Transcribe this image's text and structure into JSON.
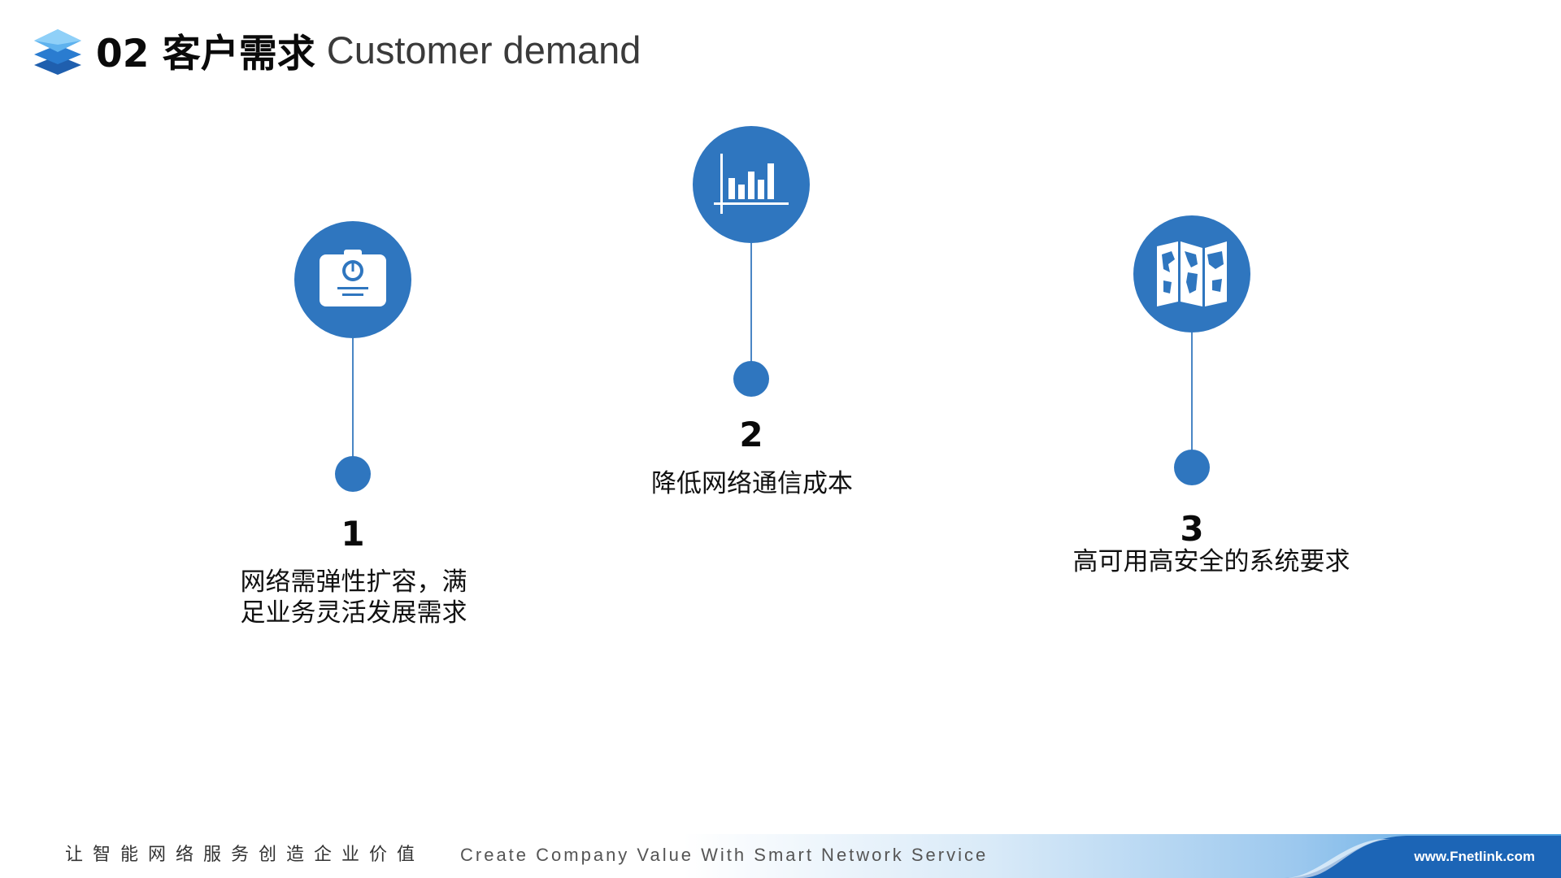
{
  "header": {
    "title_cn": "02 客户需求",
    "title_en": "Customer demand"
  },
  "items": [
    {
      "number": "1",
      "lines": [
        "网络需弹性扩容，满",
        "足业务灵活发展需求"
      ],
      "icon": "dashboard-card-icon"
    },
    {
      "number": "2",
      "lines": [
        "降低网络通信成本"
      ],
      "icon": "bar-chart-icon"
    },
    {
      "number": "3",
      "lines": [
        "高可用高安全的系统要求"
      ],
      "icon": "world-map-icon"
    }
  ],
  "footer": {
    "slogan_cn": "让智能网络服务创造企业价值",
    "slogan_en": "Create Company Value With Smart Network Service",
    "url": "www.Fnetlink.com"
  },
  "colors": {
    "accent": "#2f76bf",
    "stem": "#4a86c5"
  }
}
